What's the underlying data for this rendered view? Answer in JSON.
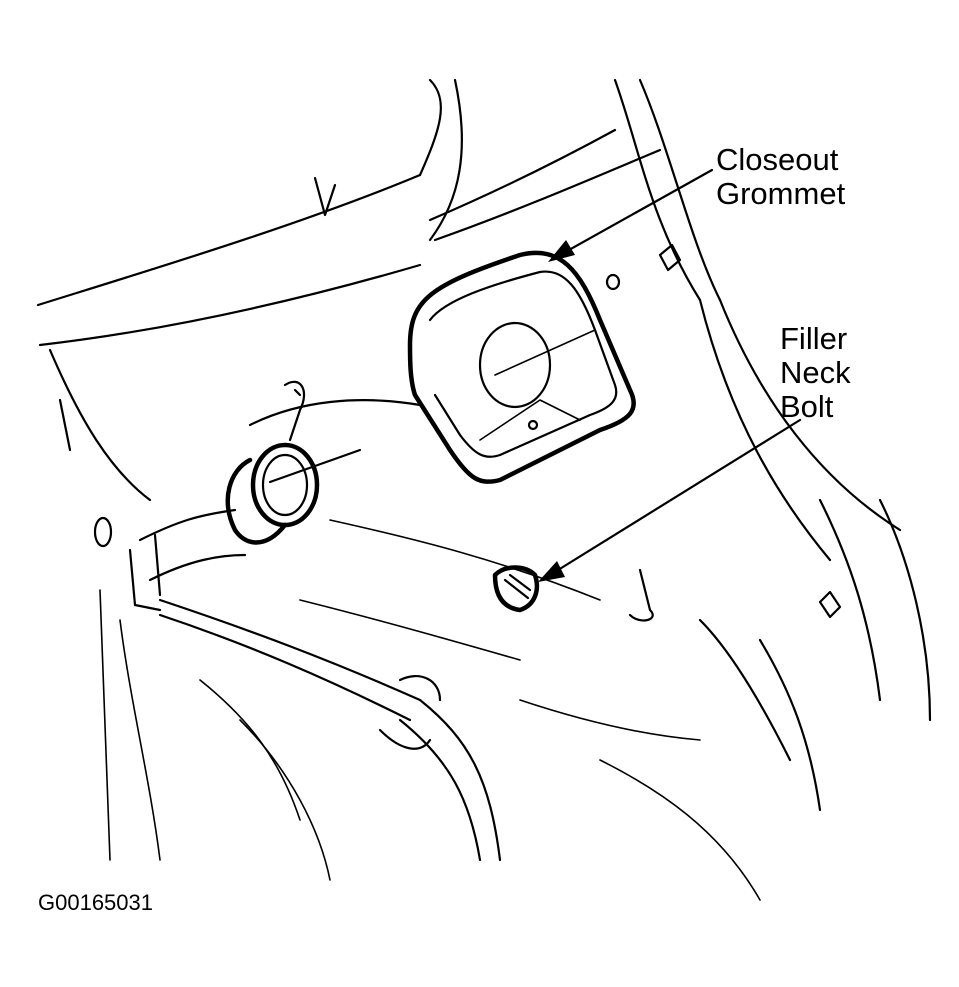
{
  "labels": {
    "closeout_grommet": [
      "Closeout",
      "Grommet"
    ],
    "filler_neck_bolt": [
      "Filler",
      "Neck",
      "Bolt"
    ]
  },
  "figure_id": "G00165031",
  "colors": {
    "ink": "#000000",
    "paper": "#ffffff"
  }
}
